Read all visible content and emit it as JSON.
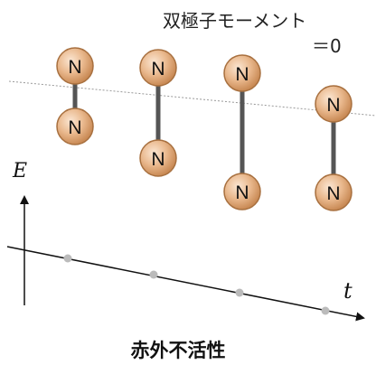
{
  "annotation": {
    "line1": "双極子モーメント",
    "line2": "＝0"
  },
  "atom_label": "N",
  "axes": {
    "y_label": "E",
    "x_label": "t"
  },
  "caption": "赤外不活性",
  "colors": {
    "atom_fill": "#e9b88d",
    "atom_edge": "#a8703f",
    "bond": "#555555",
    "axis": "#111111",
    "dotted_line": "#999999",
    "energy_point": "#bbbbbb"
  }
}
